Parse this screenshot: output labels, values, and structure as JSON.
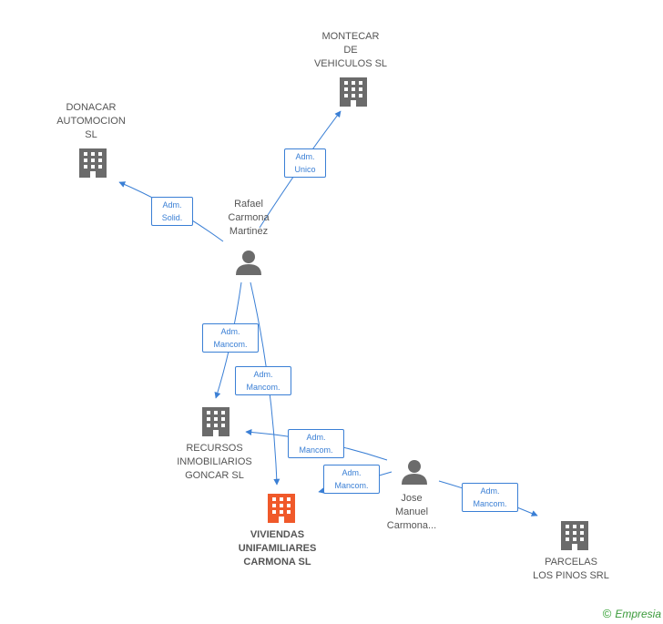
{
  "companies": {
    "montecar": {
      "label": "MONTECAR\nDE\nVEHICULOS SL"
    },
    "donacar": {
      "label": "DONACAR\nAUTOMOCION\nSL"
    },
    "recursos": {
      "label": "RECURSOS\nINMOBILIARIOS\nGONCAR SL"
    },
    "viviendas": {
      "label": "VIVIENDAS\nUNIFAMILIARES\nCARMONA SL"
    },
    "parcelas": {
      "label": "PARCELAS\nLOS PINOS SRL"
    }
  },
  "persons": {
    "rafael": {
      "label": "Rafael\nCarmona\nMartinez"
    },
    "jose": {
      "label": "Jose\nManuel\nCarmona..."
    }
  },
  "relations": {
    "rafael_montecar": "Adm.\nUnico",
    "rafael_donacar": "Adm.\nSolid.",
    "rafael_recursos": "Adm.\nMancom.",
    "rafael_viviendas": "Adm.\nMancom.",
    "jose_recursos": "Adm.\nMancom.",
    "jose_viviendas": "Adm.\nMancom.",
    "jose_parcelas": "Adm.\nMancom."
  },
  "colors": {
    "edge": "#3a7fd5",
    "building": "#6b6b6b",
    "building_highlight": "#f0592a",
    "person": "#6b6b6b"
  },
  "footer": {
    "copyright_symbol": "©",
    "brand": "Empresia"
  }
}
